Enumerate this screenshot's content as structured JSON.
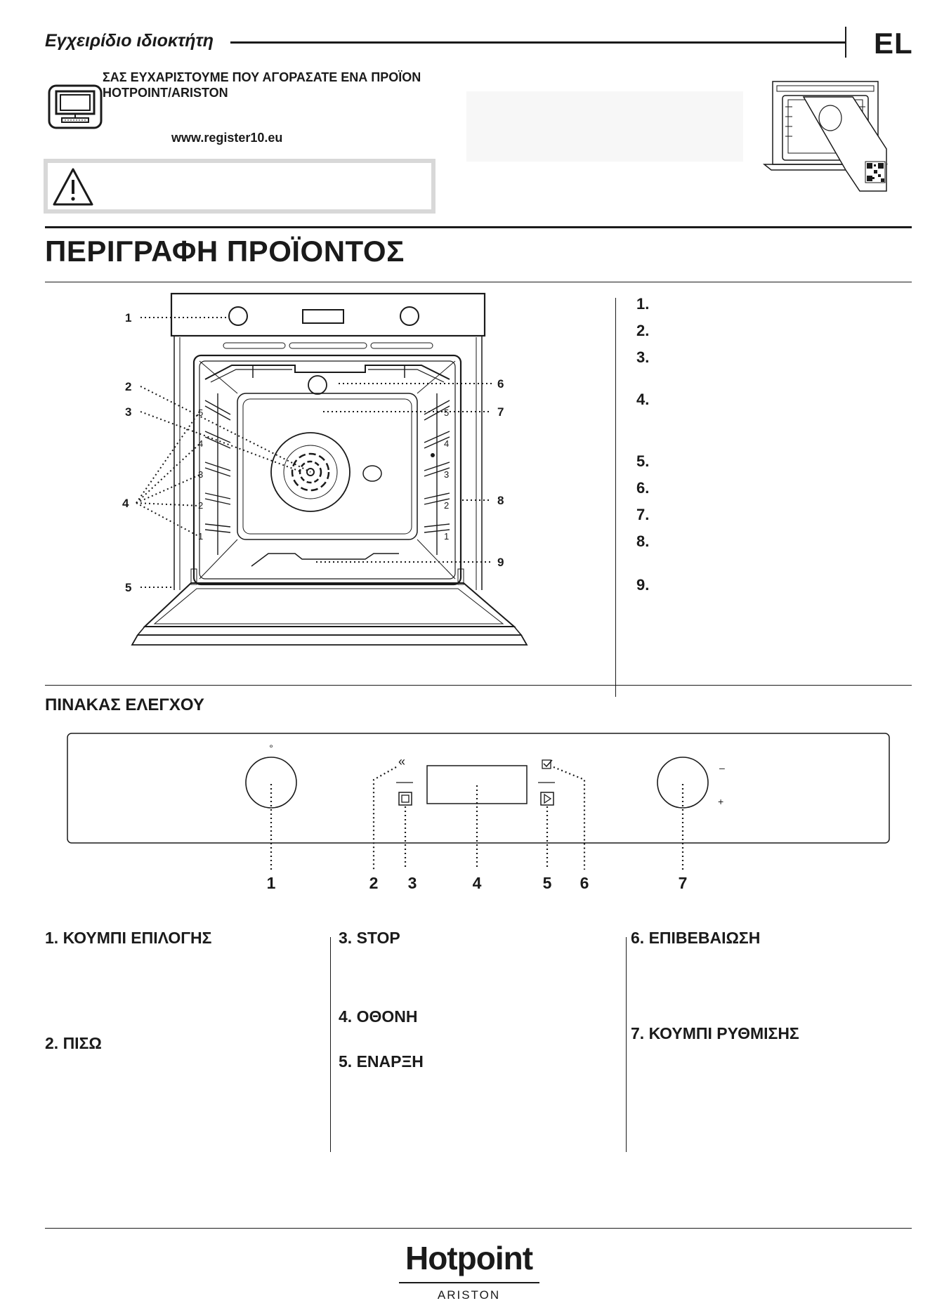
{
  "header": {
    "title": "Εγχειρίδιο ιδιοκτήτη",
    "lang": "EL"
  },
  "intro": {
    "thanks_line1": "ΣΑΣ ΕΥΧΑΡΙΣΤΟΥΜΕ ΠΟΥ ΑΓΟΡΑΣΑΤΕ ΕΝΑ ΠΡΟΪΟΝ",
    "thanks_line2": "HOTPOINT/ARISTON",
    "url": "www.register10.eu"
  },
  "section": {
    "title": "ΠΕΡΙΓΡΑΦΗ ΠΡΟΪΟΝΤΟΣ"
  },
  "oven_callouts": [
    "1",
    "2",
    "3",
    "4",
    "5",
    "6",
    "7",
    "8",
    "9"
  ],
  "shelf_levels": [
    "5",
    "4",
    "3",
    "2",
    "1"
  ],
  "legend": [
    "1.",
    "2.",
    "3.",
    "4.",
    "5.",
    "6.",
    "7.",
    "8.",
    "9."
  ],
  "control_panel": {
    "title": "ΠΙΝΑΚΑΣ ΕΛΕΓΧΟΥ",
    "knob_mark": "°",
    "minus": "–",
    "plus": "+",
    "callouts": [
      "1",
      "2",
      "3",
      "4",
      "5",
      "6",
      "7"
    ]
  },
  "descriptions": {
    "selection_knob": "1. ΚΟΥΜΠΙ ΕΠΙΛΟΓΗΣ",
    "back": "2. ΠΙΣΩ",
    "stop": "3. STOP",
    "display": "4. ΟΘΟΝΗ",
    "start": "5. ΕΝΑΡΞΗ",
    "confirm": "6. ΕΠΙΒΕΒΑΙΩΣΗ",
    "adjust_knob": "7. ΚΟΥΜΠΙ ΡΥΘΜΙΣΗΣ"
  },
  "brand": {
    "name": "Hotpoint",
    "sub": "ARISTON"
  }
}
